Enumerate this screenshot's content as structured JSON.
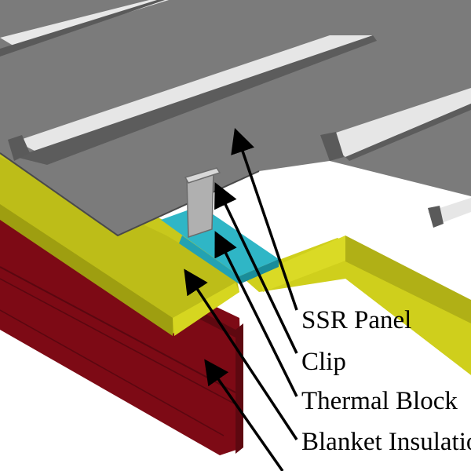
{
  "labels": [
    {
      "text": "SSR Panel"
    },
    {
      "text": "Clip"
    },
    {
      "text": "Thermal Block"
    },
    {
      "text": "Blanket Insulation"
    }
  ],
  "colors": {
    "background": "#ffffff",
    "panel": "#7b7b7b",
    "panel_dark": "#4d4d4d",
    "rib_highlight": "#e6e6e6",
    "insulation_top": "#b8b81a",
    "insulation_side": "#d9d91f",
    "deck_top": "#8c0b16",
    "deck_side": "#6e0b14",
    "thermal_block": "#2bb4c4",
    "clip": "#b5b5b5",
    "arrow": "#000000"
  },
  "icons": [
    "arrow"
  ]
}
